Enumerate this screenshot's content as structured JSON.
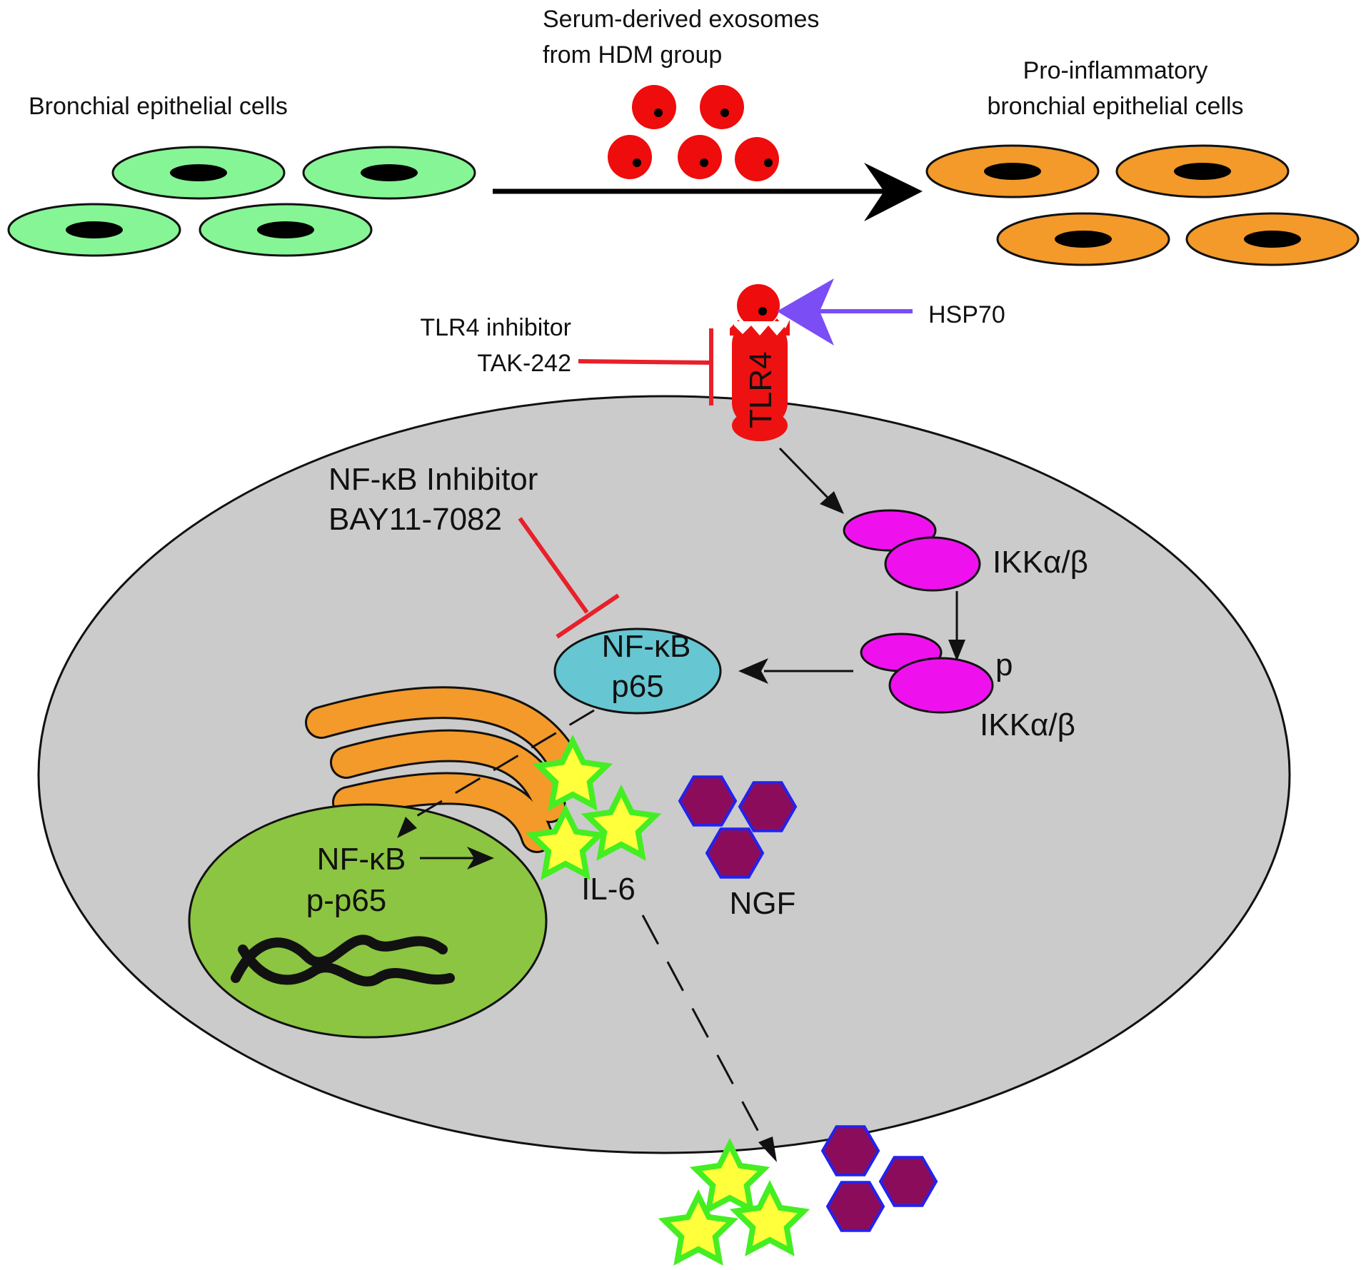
{
  "labels": {
    "bronchial_cells": "Bronchial epithelial cells",
    "exosomes_line1": "Serum-derived exosomes",
    "exosomes_line2": "from HDM group",
    "proinflam_line1": "Pro-inflammatory",
    "proinflam_line2": "bronchial epithelial cells",
    "hsp70": "HSP70",
    "tlr4_inhib_line1": "TLR4 inhibitor",
    "tlr4_inhib_line2": "TAK-242",
    "tlr4": "TLR4",
    "nfkb_inhib_line1": "NF-κB Inhibitor",
    "nfkb_inhib_line2": "BAY11-7082",
    "ikk_top": "IKKα/β",
    "p": "p",
    "ikk_bottom": "IKKα/β",
    "nfkb_cyto_line1": "NF-κB",
    "nfkb_cyto_line2": "p65",
    "nfkb_nuc_line1": "NF-κB",
    "nfkb_nuc_line2": "p-p65",
    "il6": "IL-6",
    "ngf": "NGF"
  },
  "colors": {
    "normal_cell": "#86f595",
    "inflamed_cell": "#f39a2a",
    "exosome": "#ee0c0c",
    "tlr4": "#ee1111",
    "hsp70_arrow": "#7b4df5",
    "inhibitor": "#e8202a",
    "cell_body": "#cbcbcb",
    "ikk": "#ee11ee",
    "nfkb": "#66c6d2",
    "nucleus": "#8cc541",
    "golgi": "#f39a2a",
    "il6_star_fill": "#ffff3c",
    "il6_star_edge": "#44ee22",
    "ngf_fill": "#8c0c5c",
    "ngf_edge": "#2222ee"
  }
}
